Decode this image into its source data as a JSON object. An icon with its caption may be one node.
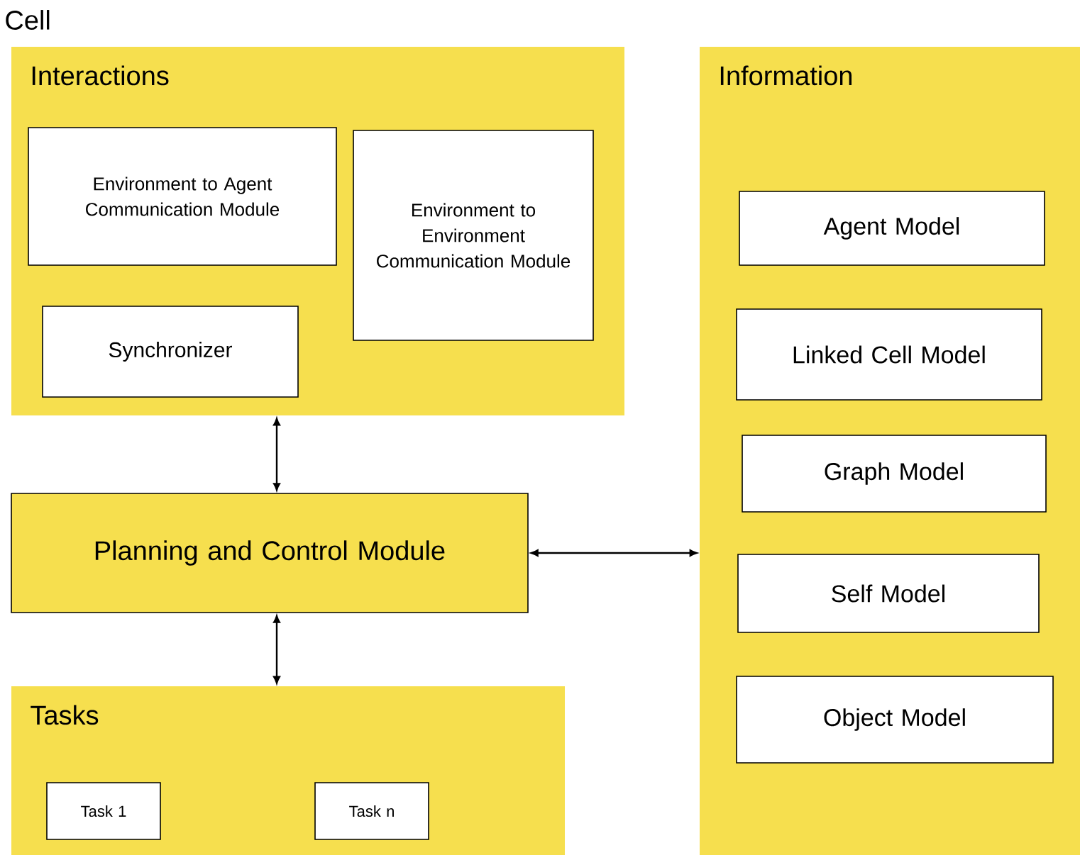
{
  "diagram": {
    "title": "Cell",
    "nodes": [
      {
        "text": [
          "Interactions"
        ]
      },
      {
        "text": [
          "Environment to Agent Communication Module"
        ],
        "in": 0
      },
      {
        "text": [
          "Environment to Environment Communication Module"
        ],
        "in": 0
      },
      {
        "text": [
          "Synchronizer"
        ],
        "in": 0
      },
      {
        "text": [
          "Planning and Control Module"
        ]
      },
      {
        "text": [
          "Tasks"
        ]
      },
      {
        "text": [
          "Task 1"
        ],
        "in": 5
      },
      {
        "text": [
          "Task n"
        ],
        "in": 5
      },
      {
        "text": [
          "Information"
        ]
      },
      {
        "text": [
          "Agent Model"
        ],
        "in": 8
      },
      {
        "text": [
          "Linked Cell Model"
        ],
        "in": 8
      },
      {
        "text": [
          "Graph Model"
        ],
        "in": 8
      },
      {
        "text": [
          "Self Model"
        ],
        "in": 8
      },
      {
        "text": [
          "Object Model"
        ],
        "in": 8
      }
    ],
    "edges": [
      {
        "from": 0,
        "to": 4,
        "arrow": "both"
      },
      {
        "from": 4,
        "to": 5,
        "arrow": "both"
      },
      {
        "from": 4,
        "to": 8,
        "arrow": "both"
      }
    ]
  }
}
